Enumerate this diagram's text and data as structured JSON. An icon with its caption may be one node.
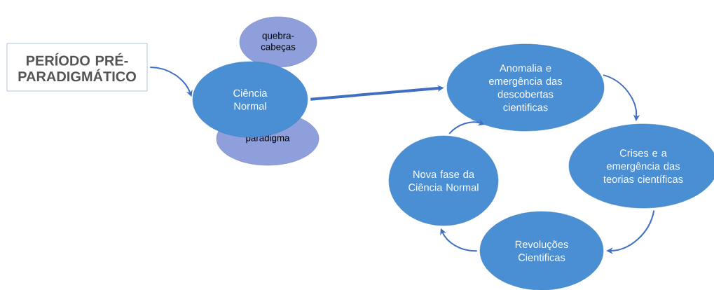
{
  "diagram": {
    "nodes": [
      {
        "text": [
          "PERÍODO PRÉ-PARADIGMÁTICO"
        ]
      },
      {
        "text": [
          "quebra-cabeças"
        ]
      },
      {
        "text": [
          "Ciência Normal"
        ]
      },
      {
        "text": [
          "paradigma"
        ]
      },
      {
        "text": [
          "Anomalia e emergência das descobertas cientificas"
        ]
      },
      {
        "text": [
          "Crises e a emergência das teorias científicas"
        ]
      },
      {
        "text": [
          "Revoluções Cientificas"
        ]
      },
      {
        "text": [
          "Nova fase da Ciência Normal"
        ]
      }
    ],
    "edges": [
      {
        "from": 0,
        "to": 2,
        "arrow": "to"
      },
      {
        "from": 2,
        "to": 4,
        "arrow": "to",
        "style": "thick"
      },
      {
        "from": 4,
        "to": 5,
        "arrow": "to"
      },
      {
        "from": 5,
        "to": 6,
        "arrow": "to"
      },
      {
        "from": 6,
        "to": 7,
        "arrow": "to"
      },
      {
        "from": 7,
        "to": 4,
        "arrow": "to"
      }
    ]
  }
}
